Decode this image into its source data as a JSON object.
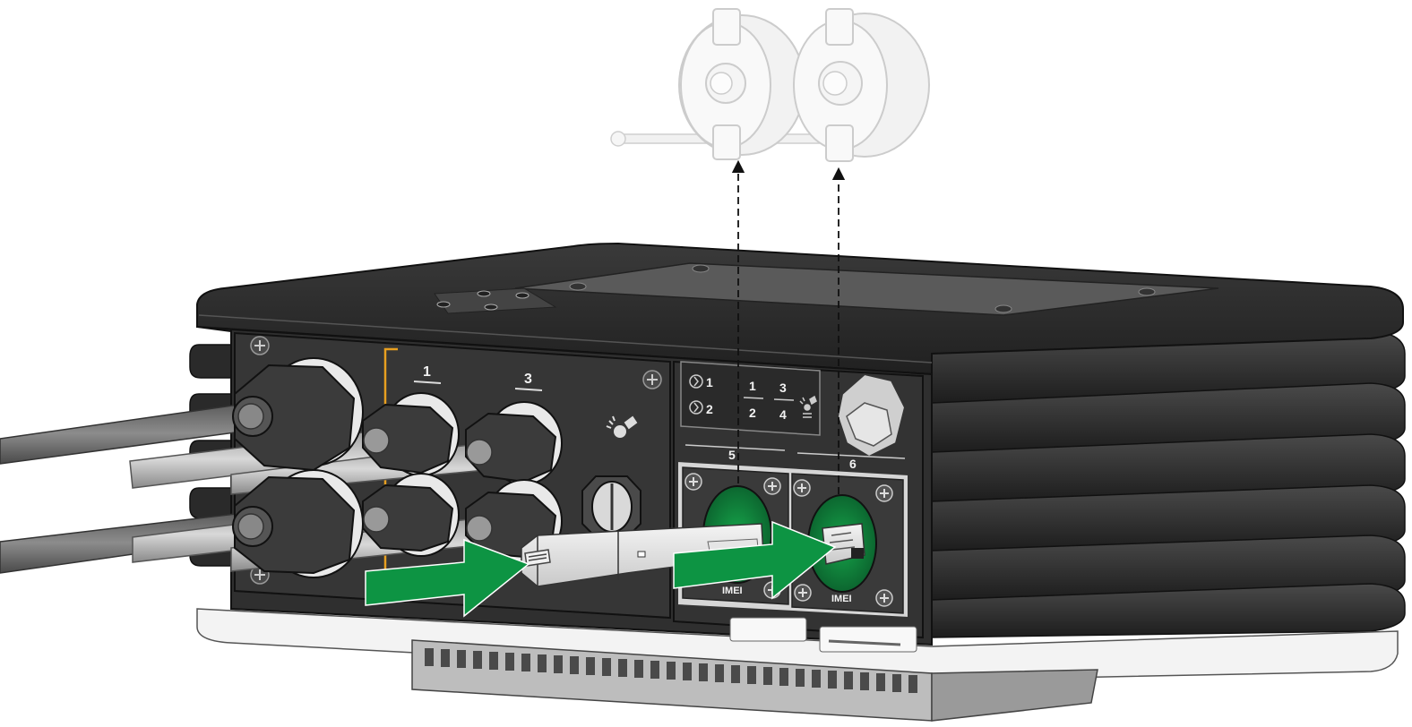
{
  "labels": {
    "port_group_a": "1",
    "port_group_b": "3",
    "led_1": "1",
    "led_2": "2",
    "fraction_1_num": "1",
    "fraction_1_den": "2",
    "fraction_2_num": "3",
    "fraction_2_den": "4",
    "sfp_port_5": "5",
    "sfp_port_6": "6",
    "imei_left": "IMEI",
    "imei_right": "IMEI"
  },
  "colors": {
    "insert_arrow": "#0d9443",
    "chassis_dark": "#2b2b2b",
    "port_green": "#0a7a3a",
    "orange_bracket": "#e8a020"
  },
  "icons": {
    "power_led": "power-led-icon",
    "fiber": "fiber-optic-icon",
    "screw": "screw-icon"
  }
}
